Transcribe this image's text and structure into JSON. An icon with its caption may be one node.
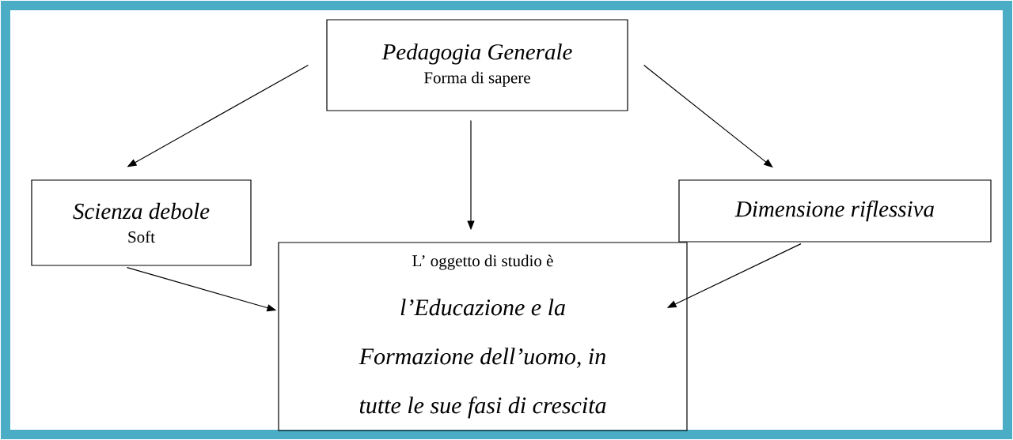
{
  "diagram": {
    "nodes": [
      {
        "text": [
          "Pedagogia Generale",
          "Forma di sapere"
        ]
      },
      {
        "text": [
          "Scienza debole",
          "Soft"
        ]
      },
      {
        "text": [
          "L’ oggetto di studio è",
          "l’Educazione e la Formazione dell’uomo, in tutte le sue fasi di crescita"
        ]
      },
      {
        "text": [
          "Dimensione riflessiva"
        ]
      }
    ],
    "edges": [
      {
        "from": 0,
        "to": 1,
        "arrow": "to"
      },
      {
        "from": 0,
        "to": 2,
        "arrow": "to"
      },
      {
        "from": 0,
        "to": 3,
        "arrow": "to"
      },
      {
        "from": 1,
        "to": 2,
        "arrow": "to"
      },
      {
        "from": 3,
        "to": 2,
        "arrow": "to"
      }
    ]
  }
}
